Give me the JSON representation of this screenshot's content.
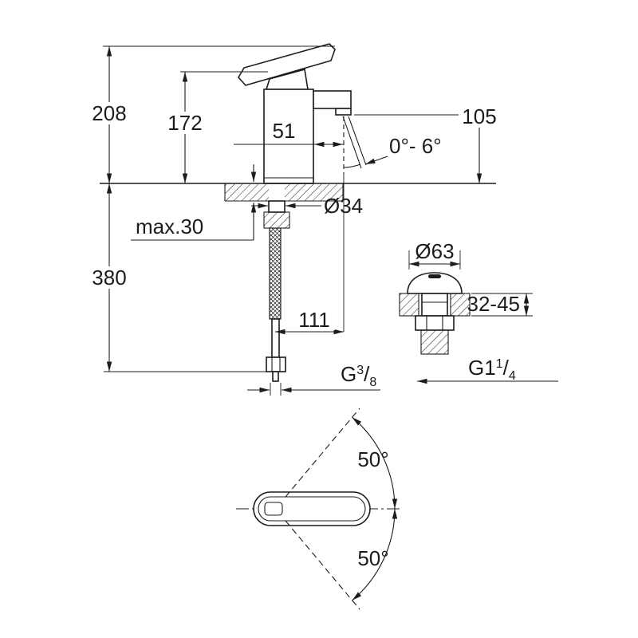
{
  "drawing": {
    "faucet": {
      "dim_total_height": "208",
      "dim_body_height": "172",
      "dim_spout_reach": "51",
      "dim_stream_angle": "0°- 6°",
      "dim_outlet_height": "105",
      "dim_max_counter_thickness": "max.30",
      "dim_body_diameter": "Ø34",
      "dim_hose_length": "380",
      "dim_offset": "111",
      "supply_thread": {
        "prefix": "G",
        "sup": "3",
        "slash": "/",
        "sub": "8"
      }
    },
    "drain": {
      "dim_flange_diameter": "Ø63",
      "dim_clamp_range": "32-45",
      "waste_thread": {
        "prefix": "G1",
        "sup": "1",
        "slash": "/",
        "sub": "4"
      }
    },
    "swivel": {
      "dim_upper_angle": "50°",
      "dim_lower_angle": "50°"
    }
  }
}
